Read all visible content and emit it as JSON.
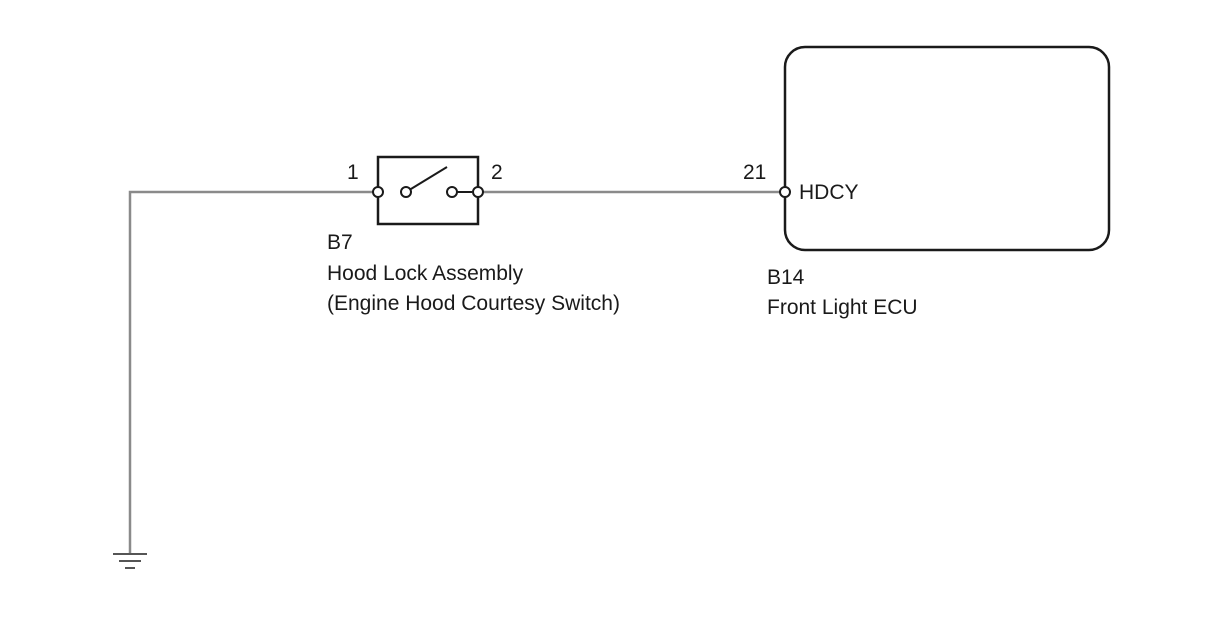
{
  "switch_component": {
    "pin_left": "1",
    "pin_right": "2",
    "code": "B7",
    "name": "Hood Lock Assembly",
    "subtitle": "(Engine Hood Courtesy Switch)"
  },
  "ecu_component": {
    "pin": "21",
    "terminal_name": "HDCY",
    "code": "B14",
    "name": "Front Light ECU"
  },
  "colors": {
    "wire": "#8a8a8a",
    "outline": "#1a1a1a",
    "background": "#ffffff"
  },
  "icons": {
    "switch": "normally-open-switch-icon",
    "ground": "ground-symbol-icon"
  }
}
